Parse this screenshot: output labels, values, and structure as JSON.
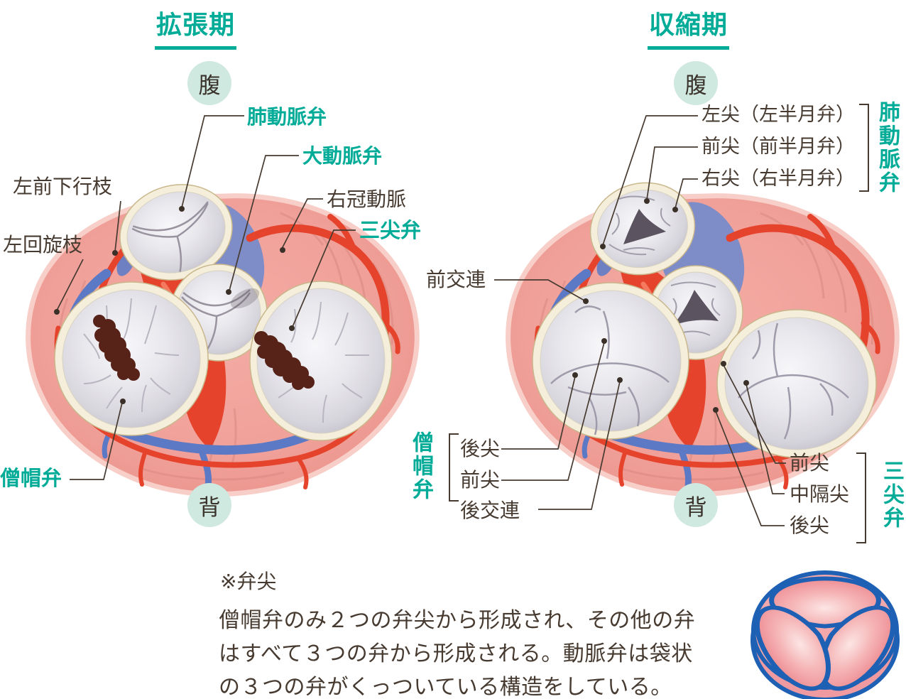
{
  "colors": {
    "teal": "#00ab97",
    "text": "#473b31",
    "circle_bg": "#cfe8e0",
    "heart_pink": "#f0a49c",
    "artery_red": "#e5432c",
    "vein_blue": "#5c79c5",
    "trunk_blue": "#7e8cc8",
    "valve_ring_cream": "#f5eedb",
    "valve_grey": "#e9e8ed",
    "opening_dark": "#5b5460",
    "orifice_brown": "#572319",
    "icon_outline_blue": "#1d60b4",
    "icon_pink": "#f3a8ab"
  },
  "left_panel": {
    "title": "拡張期",
    "orientation_top": "腹",
    "orientation_bottom": "背",
    "labels": {
      "pulmonary_valve": "肺動脈弁",
      "aortic_valve": "大動脈弁",
      "left_anterior_descending": "左前下行枝",
      "right_coronary_artery": "右冠動脈",
      "tricuspid_valve": "三尖弁",
      "left_circumflex": "左回旋枝",
      "mitral_valve": "僧帽弁"
    }
  },
  "right_panel": {
    "title": "収縮期",
    "orientation_top": "腹",
    "orientation_bottom": "背",
    "pulmonary_valve_group": {
      "group_label": "肺動脈弁",
      "cusps": [
        "左尖（左半月弁）",
        "前尖（前半月弁）",
        "右尖（右半月弁）"
      ]
    },
    "anterior_commissure": "前交連",
    "mitral_valve_group": {
      "group_label": "僧帽弁",
      "cusps": [
        "後尖",
        "前尖"
      ],
      "posterior_commissure": "後交連"
    },
    "tricuspid_valve_group": {
      "group_label": "三尖弁",
      "cusps": [
        "前尖",
        "中隔尖",
        "後尖"
      ]
    }
  },
  "footnote": {
    "title": "※弁尖",
    "lines": [
      "僧帽弁のみ２つの弁尖から形成され、その他の弁",
      "はすべて３つの弁から形成される。動脈弁は袋状",
      "の３つの弁がくっついている構造をしている。"
    ]
  }
}
